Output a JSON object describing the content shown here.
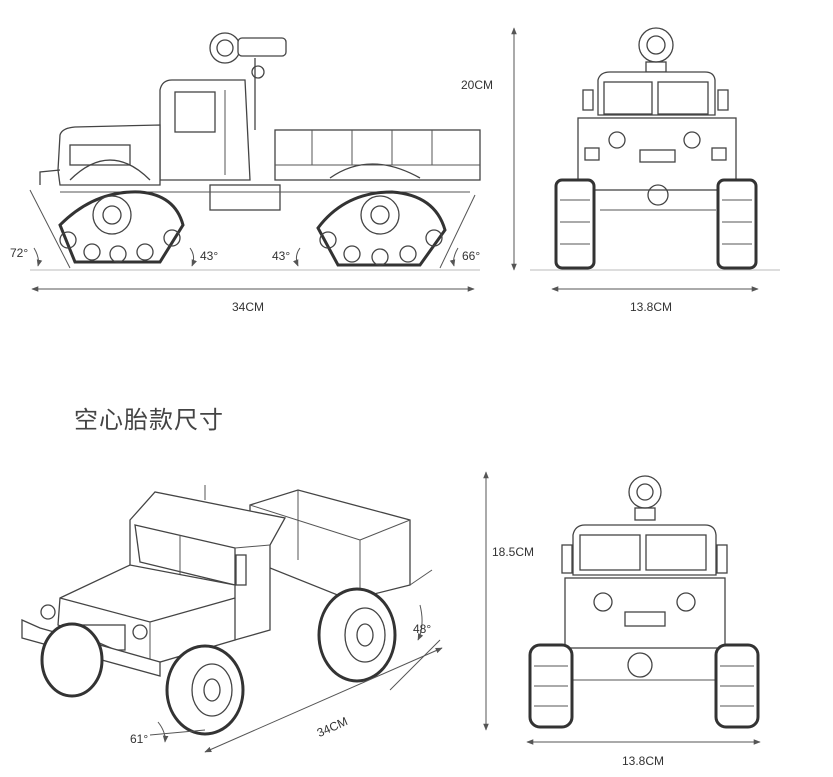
{
  "section_heading": "空心胎款尺寸",
  "top": {
    "side_view": {
      "length_label": "34CM",
      "height_label": "20CM",
      "angles": {
        "front_left": "72°",
        "front_track": "43°",
        "rear_track": "43°",
        "rear_right": "66°"
      }
    },
    "front_view": {
      "width_label": "13.8CM"
    }
  },
  "bottom": {
    "iso_view": {
      "length_label": "34CM",
      "angles": {
        "front": "61°",
        "rear": "48°"
      }
    },
    "front_view": {
      "height_label": "18.5CM",
      "width_label": "13.8CM"
    }
  }
}
